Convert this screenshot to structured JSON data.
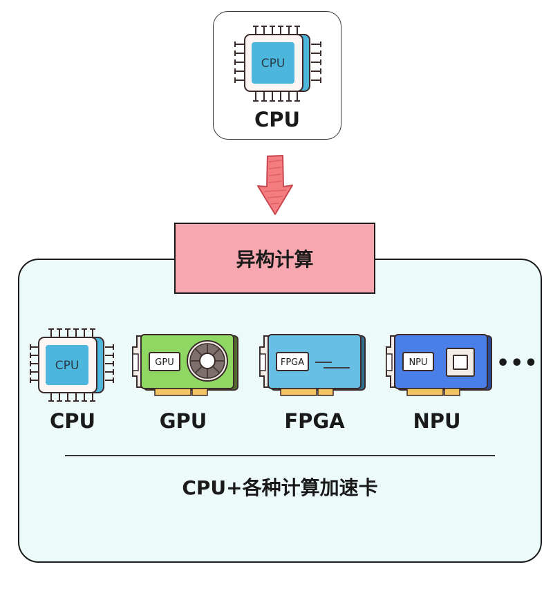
{
  "top": {
    "chip_text": "CPU",
    "label": "CPU"
  },
  "hetero": {
    "label": "异构计算"
  },
  "devices": [
    {
      "label": "CPU",
      "chip_text": "CPU",
      "icon": "cpu-chip-icon"
    },
    {
      "label": "GPU",
      "chip_text": "GPU",
      "icon": "gpu-card-icon"
    },
    {
      "label": "FPGA",
      "chip_text": "FPGA",
      "icon": "fpga-card-icon"
    },
    {
      "label": "NPU",
      "chip_text": "NPU",
      "icon": "npu-card-icon"
    }
  ],
  "more": "•••",
  "caption": "CPU+各种计算加速卡",
  "colors": {
    "chip_blue": "#4cb6dc",
    "gpu_green": "#8fd763",
    "fpga_blue": "#67bfe6",
    "npu_blue": "#4a7fe8",
    "arrow_pink": "#f47d82",
    "hetero_pink": "#f6a7b0",
    "panel_bg": "#ecfbfa",
    "gold": "#f2c463"
  }
}
